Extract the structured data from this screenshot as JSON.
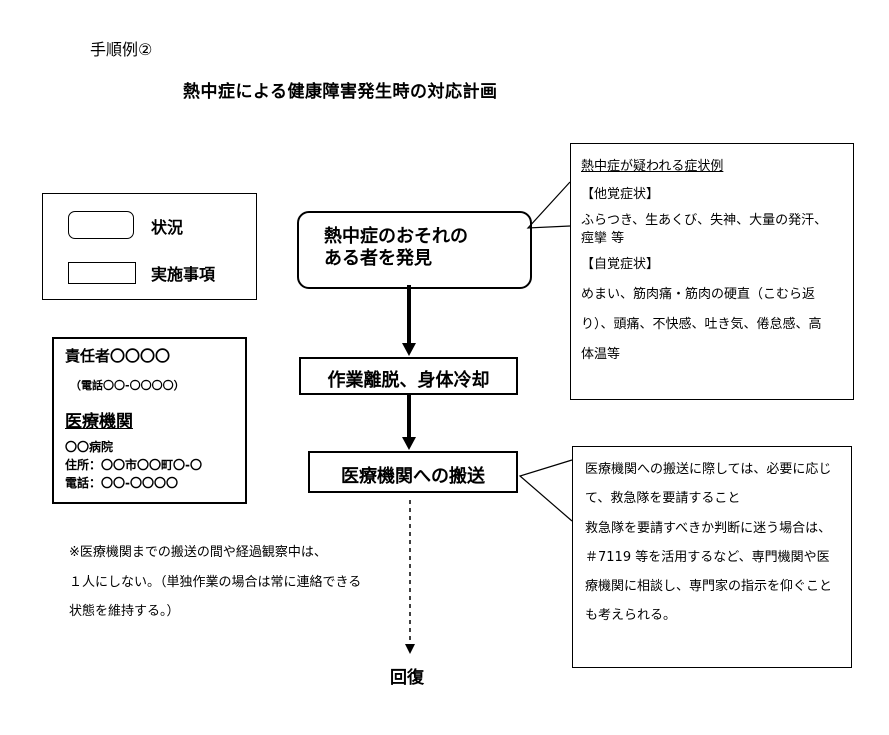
{
  "header": {
    "label": "手順例②",
    "title": "熱中症による健康障害発生時の対応計画"
  },
  "legend": {
    "situation": "状況",
    "action": "実施事項"
  },
  "contact": {
    "responsible": "責任者〇〇〇〇",
    "responsible_phone": "（電話〇〇-〇〇〇〇）",
    "medical_heading": "医療機関",
    "hospital": "〇〇病院",
    "address": "住所：〇〇市〇〇町〇-〇",
    "phone": "電話：〇〇-〇〇〇〇"
  },
  "flow": {
    "discover_line1": "熱中症のおそれの",
    "discover_line2": "ある者を発見",
    "cool": "作業離脱、身体冷却",
    "transport": "医療機関への搬送",
    "end": "回復"
  },
  "symptoms": {
    "title": "熱中症が疑われる症状例",
    "other_heading": "【他覚症状】",
    "other_line1": "ふらつき、生あくび、失神、大量の発汗、",
    "other_line2": "痙攣 等",
    "self_heading": "【自覚症状】",
    "self_line1": "めまい、筋肉痛・筋肉の硬直（こむら返",
    "self_line2": "り）、頭痛、不快感、吐き気、倦怠感、高",
    "self_line3": "体温等"
  },
  "transport_note": {
    "line1": "医療機関への搬送に際しては、必要に応じ",
    "line2": "て、救急隊を要請すること",
    "line3": "救急隊を要請すべきか判断に迷う場合は、",
    "line4": "＃7119 等を活用するなど、専門機関や医",
    "line5": "療機関に相談し、専門家の指示を仰ぐこと",
    "line6": "も考えられる。"
  },
  "note": {
    "line1": "※医療機関までの搬送の間や経過観察中は、",
    "line2": "１人にしない。（単独作業の場合は常に連絡できる",
    "line3": "状態を維持する。）"
  }
}
